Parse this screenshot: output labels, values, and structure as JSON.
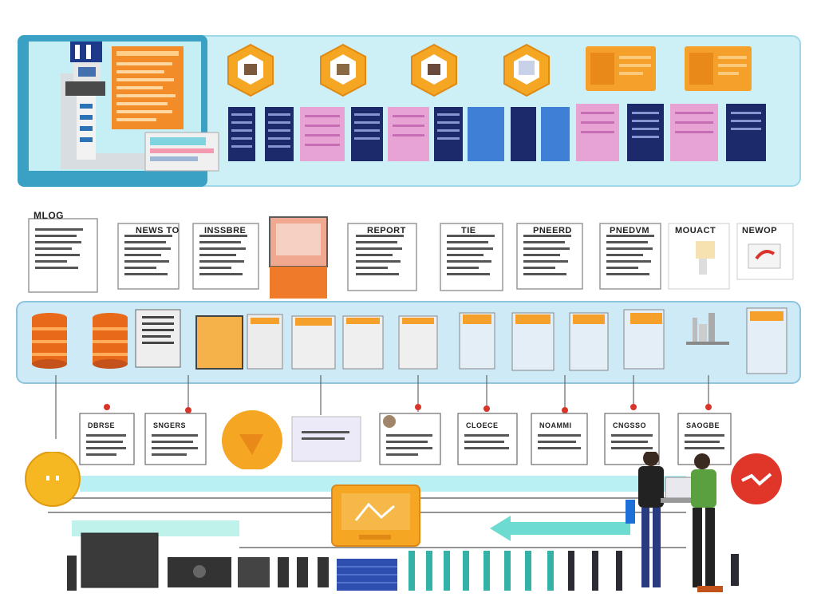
{
  "diagram": {
    "colors": {
      "panel": "#c6eef5",
      "panel_border": "#3d98b8",
      "orange": "#f5a02a",
      "orange_dark": "#e06a1a",
      "navy": "#1c2a6b",
      "pink": "#e9a8d6",
      "teal": "#5fd1c8",
      "red": "#e0362a",
      "dark": "#333333"
    },
    "note_labels": [
      "MLOG",
      "NEWS TO",
      "INSSBRE",
      "REPORT",
      "TIE",
      "PNEERD",
      "PNEDVM",
      "MOUACT",
      "NEWOP"
    ],
    "bottom_labels": [
      "DBRSE",
      "SNGERS",
      "CLOECE",
      "NOAMMI",
      "CNGSSO",
      "SAOGBE"
    ]
  }
}
